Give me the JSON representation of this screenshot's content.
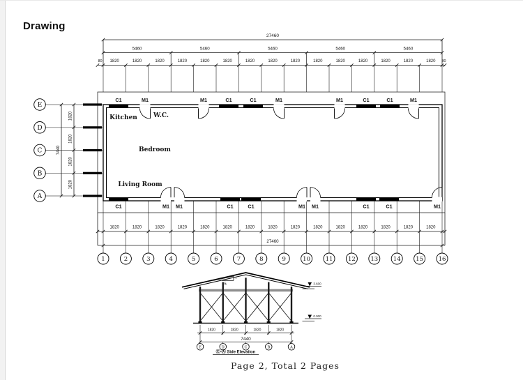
{
  "window": {
    "title": "Drawing"
  },
  "footer": {
    "text": "Page 2, Total 2 Pages"
  },
  "plan": {
    "dim_total_top": "27460",
    "dim_majors": [
      "5460",
      "5460",
      "5460",
      "5460",
      "5460"
    ],
    "dim_minors_top": [
      "1820",
      "1820",
      "1820",
      "1820",
      "1820",
      "1820",
      "1820",
      "1820",
      "1820",
      "1820",
      "1820",
      "1820",
      "1820",
      "1820",
      "1820"
    ],
    "dim_edge_left": "80",
    "dim_edge_right": "80",
    "top_wall_tags": [
      "C1",
      "M1",
      "M1",
      "C1",
      "C1",
      "M1",
      "M1",
      "C1",
      "C1",
      "M1"
    ],
    "bottom_wall_tags": [
      "C1",
      "M1",
      "M1",
      "C1",
      "C1",
      "M1",
      "M1",
      "C1",
      "C1",
      "M1"
    ],
    "rooms": [
      "Kitchen",
      "W.C.",
      "Bedroom",
      "Living Room"
    ],
    "left_axis": {
      "bubbles": [
        "E",
        "D",
        "C",
        "B",
        "A"
      ],
      "dims": [
        "1820",
        "1820",
        "1820",
        "1820"
      ],
      "total": "7440"
    },
    "bottom_axis": {
      "bubbles": [
        "1",
        "2",
        "3",
        "4",
        "5",
        "6",
        "7",
        "8",
        "9",
        "10",
        "11",
        "12",
        "13",
        "14",
        "15",
        "16"
      ],
      "dims": [
        "1820",
        "1820",
        "1820",
        "1820",
        "1820",
        "1820",
        "1820",
        "1820",
        "1820",
        "1820",
        "1820",
        "1820",
        "1820",
        "1820",
        "1820"
      ],
      "total": "27460"
    }
  },
  "elevation": {
    "slope_rise": "5",
    "slope_run": "1",
    "levels": [
      "3.600",
      "0.000"
    ],
    "dims": [
      "1820",
      "1820",
      "1820",
      "1820"
    ],
    "total": "7440",
    "bubbles": [
      "E",
      "D",
      "C",
      "B",
      "A"
    ],
    "caption": "Ⓔ-Ⓐ Side Elevation"
  },
  "colors": {
    "ink": "#151515",
    "line": "#1c1c1c",
    "grid": "#444444",
    "band": "#8f8f8f",
    "page_edge": "#f2f2f2"
  }
}
